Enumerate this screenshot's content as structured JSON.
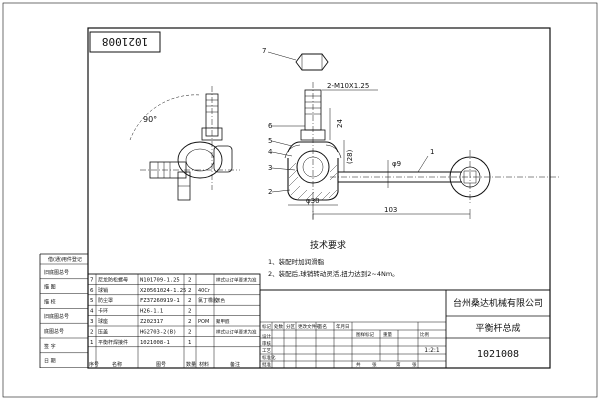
{
  "drawing": {
    "number_box": "1021008",
    "number_tb": "1021008"
  },
  "dims": {
    "thread": "2-M10X1.25",
    "angle": "90°",
    "d24": "24",
    "d28": "(28)",
    "d30": "φ30",
    "d103": "103",
    "d9": "φ9"
  },
  "callouts": [
    "7",
    "6",
    "5",
    "4",
    "3",
    "2",
    "1"
  ],
  "tech": {
    "title": "技术要求",
    "lines": [
      "1、装配时加润滑脂",
      "2、装配后,球销转动灵活,扭力达到2~4Nm。"
    ]
  },
  "bom": {
    "rows": [
      {
        "no": "7",
        "name": "尼龙防松螺母",
        "code": "N101709-1.25",
        "qty": "2",
        "material": "",
        "note": "样式以订单要求为准"
      },
      {
        "no": "6",
        "name": "球销",
        "code": "X20561024-1.25",
        "qty": "2",
        "material": "40Cr",
        "note": ""
      },
      {
        "no": "5",
        "name": "防尘罩",
        "code": "FZ37260919-1",
        "qty": "2",
        "material": "氯丁橡胶",
        "note": "黑色"
      },
      {
        "no": "4",
        "name": "卡环",
        "code": "H26-1.1",
        "qty": "2",
        "material": "",
        "note": ""
      },
      {
        "no": "3",
        "name": "球座",
        "code": "Z202317",
        "qty": "2",
        "material": "POM",
        "note": "聚甲醛"
      },
      {
        "no": "2",
        "name": "压盖",
        "code": "HG2703-2(B)",
        "qty": "2",
        "material": "",
        "note": "样式以订单要求为准"
      },
      {
        "no": "1",
        "name": "平衡杆焊接件",
        "code": "1021008-1",
        "qty": "1",
        "material": "",
        "note": ""
      }
    ],
    "header": {
      "no": "序号",
      "code": "图号",
      "name": "名称",
      "qty": "数量",
      "material": "材料",
      "note": "备注"
    }
  },
  "left_labels": [
    "旧底图总号",
    "描 图",
    "描 校",
    "旧底图总号",
    "底图总号",
    "签 字",
    "日 期"
  ],
  "left_top": "借(通)用件登记",
  "title_block": {
    "company": "台州桑达机械有限公司",
    "part_name": "平衡杆总成",
    "scale": "1:2:1",
    "row_labels": [
      "标记",
      "处数",
      "分区",
      "更改文件号",
      "签名",
      "年月日"
    ],
    "roles": [
      "设计",
      "审核",
      "工艺",
      "标准化",
      "批准"
    ],
    "stage": [
      "图样标记",
      "重量",
      "比例"
    ],
    "sheet": [
      "共",
      "张",
      "第",
      "张"
    ]
  }
}
